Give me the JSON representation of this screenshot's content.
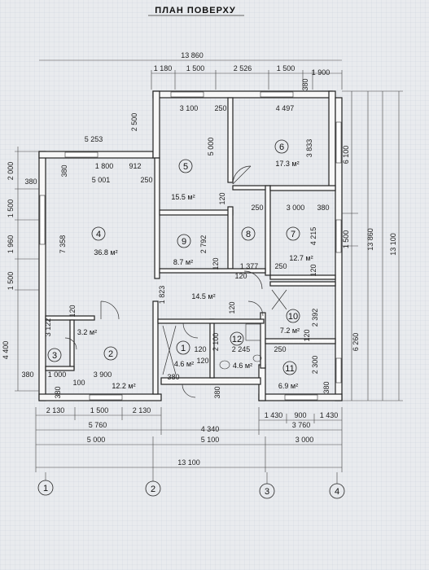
{
  "title": "ПЛАН ПОВЕРХУ",
  "rooms": [
    {
      "id": "4",
      "area": "36.8 м²"
    },
    {
      "id": "5",
      "area": "15.5 м²"
    },
    {
      "id": "6",
      "area": "17.3 м²"
    },
    {
      "id": "7",
      "area": "12.7 м²"
    },
    {
      "id": "8",
      "area": ""
    },
    {
      "id": "9",
      "area": "8.7 м²"
    },
    {
      "id": "10",
      "area": "7.2 м²"
    },
    {
      "id": "11",
      "area": "6.9 м²"
    },
    {
      "id": "12",
      "area": "4.6 м²"
    },
    {
      "id": "1",
      "area": "4.6 м²"
    },
    {
      "id": "2",
      "area": "12.2 м²"
    },
    {
      "id": "3",
      "area": "3.2 м²"
    },
    {
      "id": "hall",
      "area": "14.5 м²"
    }
  ],
  "top_dims": {
    "overall": "13 860",
    "segments": [
      "1 180",
      "1 500",
      "2 526",
      "1 500",
      "380",
      "1 900"
    ]
  },
  "inner_dims": {
    "d3100": "3 100",
    "d250a": "250",
    "d4497": "4 497",
    "d5253": "5 253",
    "d2500": "2 500",
    "d1800": "1 800",
    "d912": "912",
    "d5001": "5 001",
    "d250b": "250",
    "d380a": "380",
    "d380b": "380",
    "d5000": "5 000",
    "d3833": "3 833",
    "d120a": "120",
    "d250c": "250",
    "d3000": "3 000",
    "d380c": "380",
    "d7358": "7 358",
    "d2792": "2 792",
    "d4215": "4 215",
    "d120b": "120",
    "d1377": "1 377",
    "d250d": "250",
    "d120c": "120",
    "d120d": "120",
    "d1823": "1 823",
    "d120e": "120",
    "d3122": "3 122",
    "d120f": "120",
    "d2100": "2 100",
    "d2245": "2 245",
    "d120g": "120",
    "d250e": "250",
    "d2392": "2 392",
    "d120h": "120",
    "d2300": "2 300",
    "d380d": "380",
    "d1000": "1 000",
    "d3900": "3 900",
    "d100": "100",
    "d380e": "380",
    "d380f": "380",
    "d380g": "380",
    "d380h": "380",
    "d120i": "120"
  },
  "left_dims": [
    "2 000",
    "1 500",
    "1 960",
    "1 500",
    "4 400"
  ],
  "right_dims": [
    "6 100",
    "1 500",
    "13 860",
    "13 100",
    "6 260"
  ],
  "bottom_dims": {
    "row1": [
      "2 130",
      "1 500",
      "2 130"
    ],
    "row1b": [
      "1 430",
      "900",
      "1 430"
    ],
    "row2": [
      "5 760",
      "4 340",
      "3 760"
    ],
    "row3": [
      "5 000",
      "5 100",
      "3 000"
    ],
    "overall": "13 100"
  },
  "axes": [
    "1",
    "2",
    "3",
    "4"
  ]
}
